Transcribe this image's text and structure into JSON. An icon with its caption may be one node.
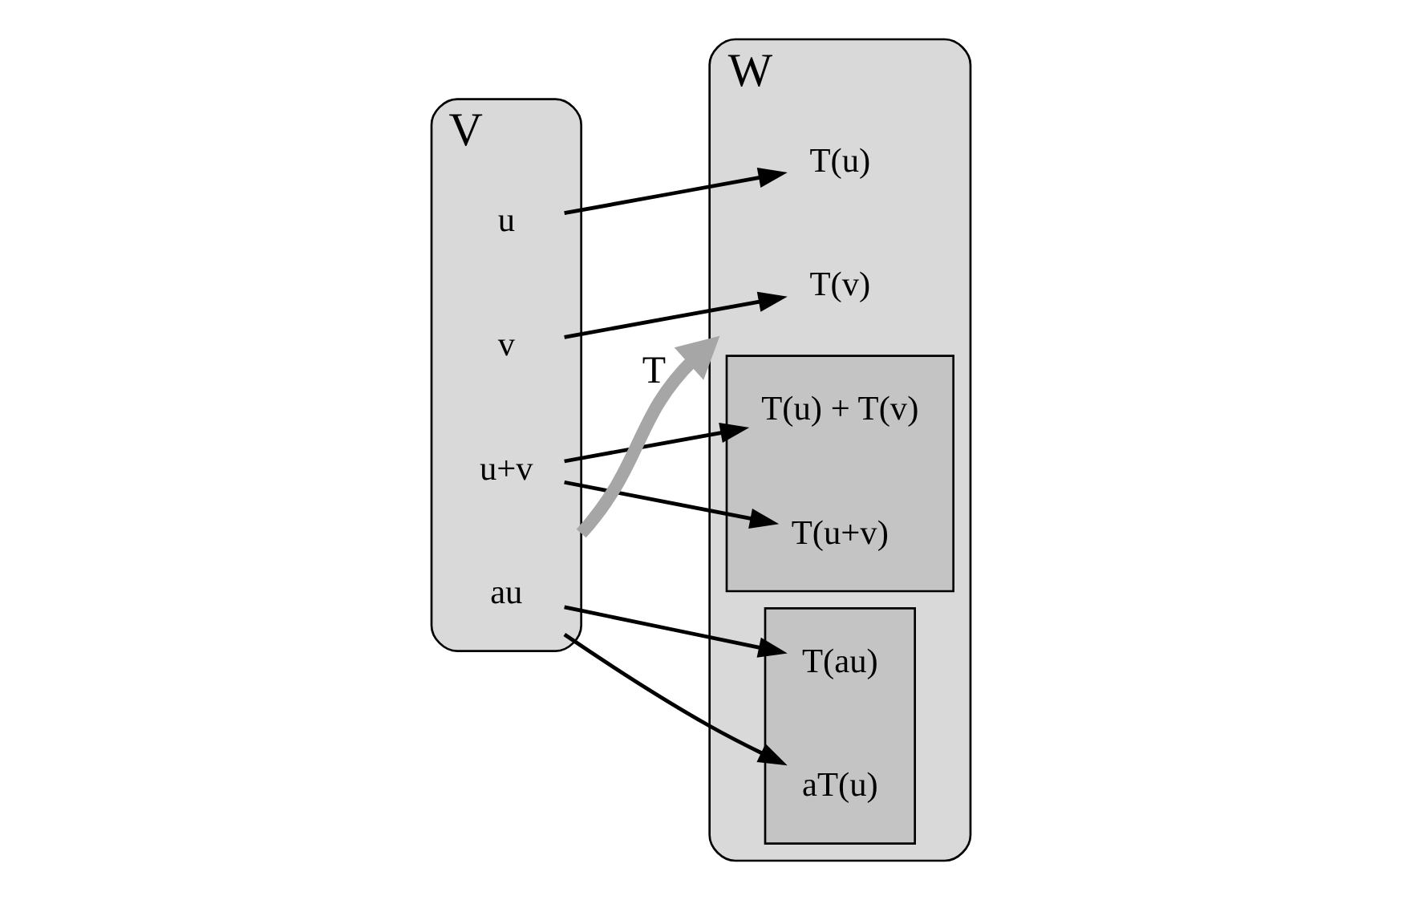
{
  "diagram": {
    "nodes": [
      {
        "text": [
          "V"
        ]
      },
      {
        "text": [
          "u"
        ],
        "in": 0
      },
      {
        "text": [
          "v"
        ],
        "in": 0
      },
      {
        "text": [
          "u+v"
        ],
        "in": 0
      },
      {
        "text": [
          "au"
        ],
        "in": 0
      },
      {
        "text": [
          "W"
        ]
      },
      {
        "text": [
          "T(u)"
        ],
        "in": 5
      },
      {
        "text": [
          "T(v)"
        ],
        "in": 5
      },
      {
        "text": [],
        "shape": "ellipse",
        "in": 5
      },
      {
        "text": [
          "T(u) + T(v)"
        ],
        "in": 8
      },
      {
        "text": [
          "T(u+v)"
        ],
        "in": 8
      },
      {
        "text": [],
        "shape": "ellipse",
        "in": 5
      },
      {
        "text": [
          "T(au)"
        ],
        "in": 11
      },
      {
        "text": [
          "aT(u)"
        ],
        "in": 11
      }
    ],
    "edges": [
      {
        "from": 0,
        "to": 5,
        "arrow": "to",
        "label": "T",
        "style": "thick",
        "color": "#a6a6a6"
      },
      {
        "from": 1,
        "to": 6,
        "arrow": "to"
      },
      {
        "from": 2,
        "to": 7,
        "arrow": "to"
      },
      {
        "from": 3,
        "to": 9,
        "arrow": "to"
      },
      {
        "from": 3,
        "to": 10,
        "arrow": "to"
      },
      {
        "from": 4,
        "to": 12,
        "arrow": "to"
      },
      {
        "from": 4,
        "to": 13,
        "arrow": "to"
      }
    ]
  }
}
